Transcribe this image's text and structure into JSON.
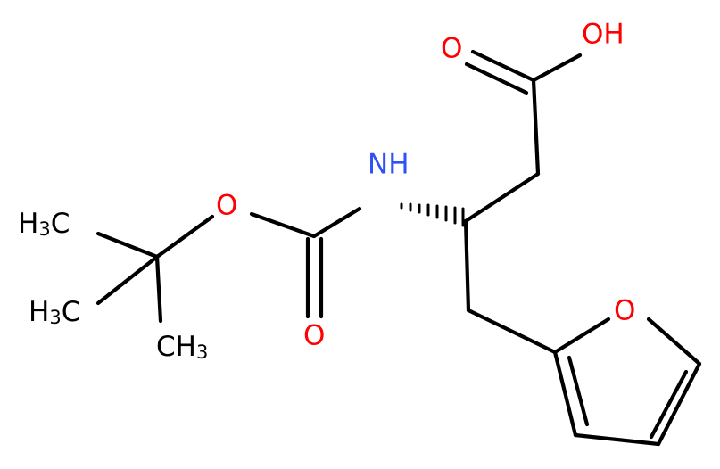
{
  "molecule": {
    "atoms": {
      "hydroxyl": "OH",
      "carbonyl_oxygen_acid": "O",
      "amine": "NH",
      "ester_oxygen": "O",
      "carbonyl_oxygen_carbamate": "O",
      "furan_oxygen": "O",
      "methyl_top": {
        "main": "H",
        "sub": "3",
        "tail": "C"
      },
      "methyl_left": {
        "main": "H",
        "sub": "3",
        "tail": "C"
      },
      "methyl_bottom": {
        "main": "CH",
        "sub": "3"
      }
    },
    "colors": {
      "bond": "#000000",
      "oxygen": "#ff0000",
      "nitrogen": "#3050f8",
      "carbon_label": "#000000"
    }
  }
}
